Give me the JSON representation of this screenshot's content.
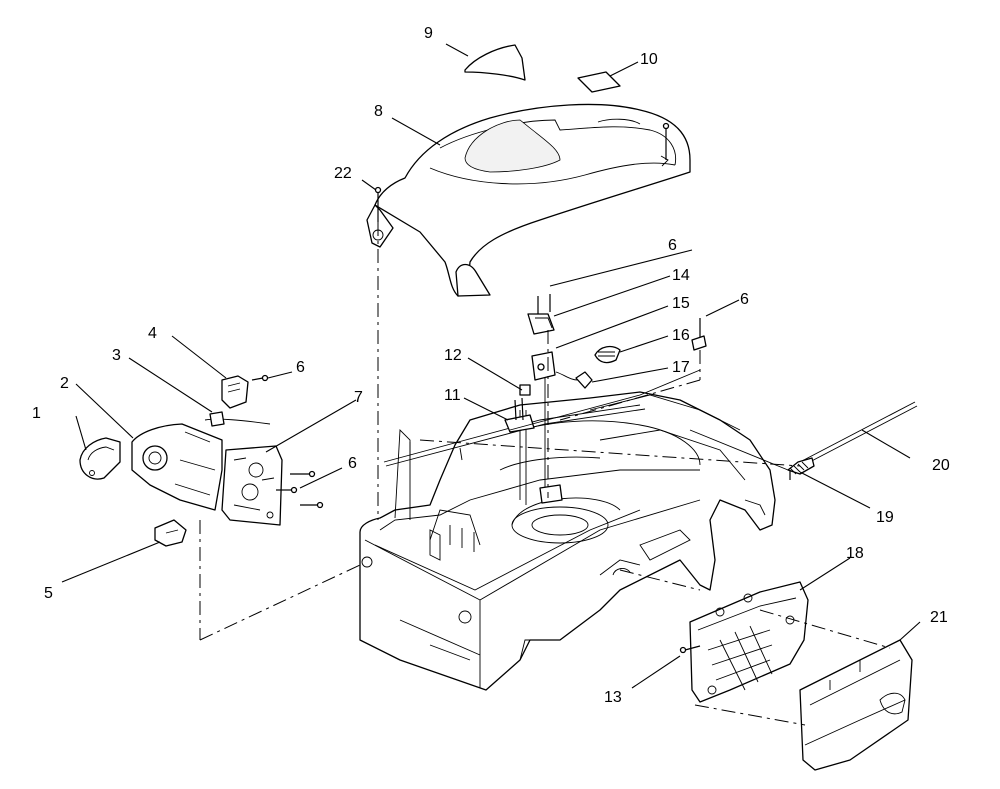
{
  "callouts": [
    {
      "id": "c1",
      "label": "1"
    },
    {
      "id": "c2",
      "label": "2"
    },
    {
      "id": "c3",
      "label": "3"
    },
    {
      "id": "c4",
      "label": "4"
    },
    {
      "id": "c5",
      "label": "5"
    },
    {
      "id": "c6a",
      "label": "6"
    },
    {
      "id": "c6b",
      "label": "6"
    },
    {
      "id": "c6c",
      "label": "6"
    },
    {
      "id": "c6d",
      "label": "6"
    },
    {
      "id": "c7",
      "label": "7"
    },
    {
      "id": "c8",
      "label": "8"
    },
    {
      "id": "c9",
      "label": "9"
    },
    {
      "id": "c10",
      "label": "10"
    },
    {
      "id": "c11",
      "label": "11"
    },
    {
      "id": "c12",
      "label": "12"
    },
    {
      "id": "c13",
      "label": "13"
    },
    {
      "id": "c14",
      "label": "14"
    },
    {
      "id": "c15",
      "label": "15"
    },
    {
      "id": "c16",
      "label": "16"
    },
    {
      "id": "c17",
      "label": "17"
    },
    {
      "id": "c18",
      "label": "18"
    },
    {
      "id": "c19",
      "label": "19"
    },
    {
      "id": "c20",
      "label": "20"
    },
    {
      "id": "c21",
      "label": "21"
    },
    {
      "id": "c22",
      "label": "22"
    }
  ]
}
